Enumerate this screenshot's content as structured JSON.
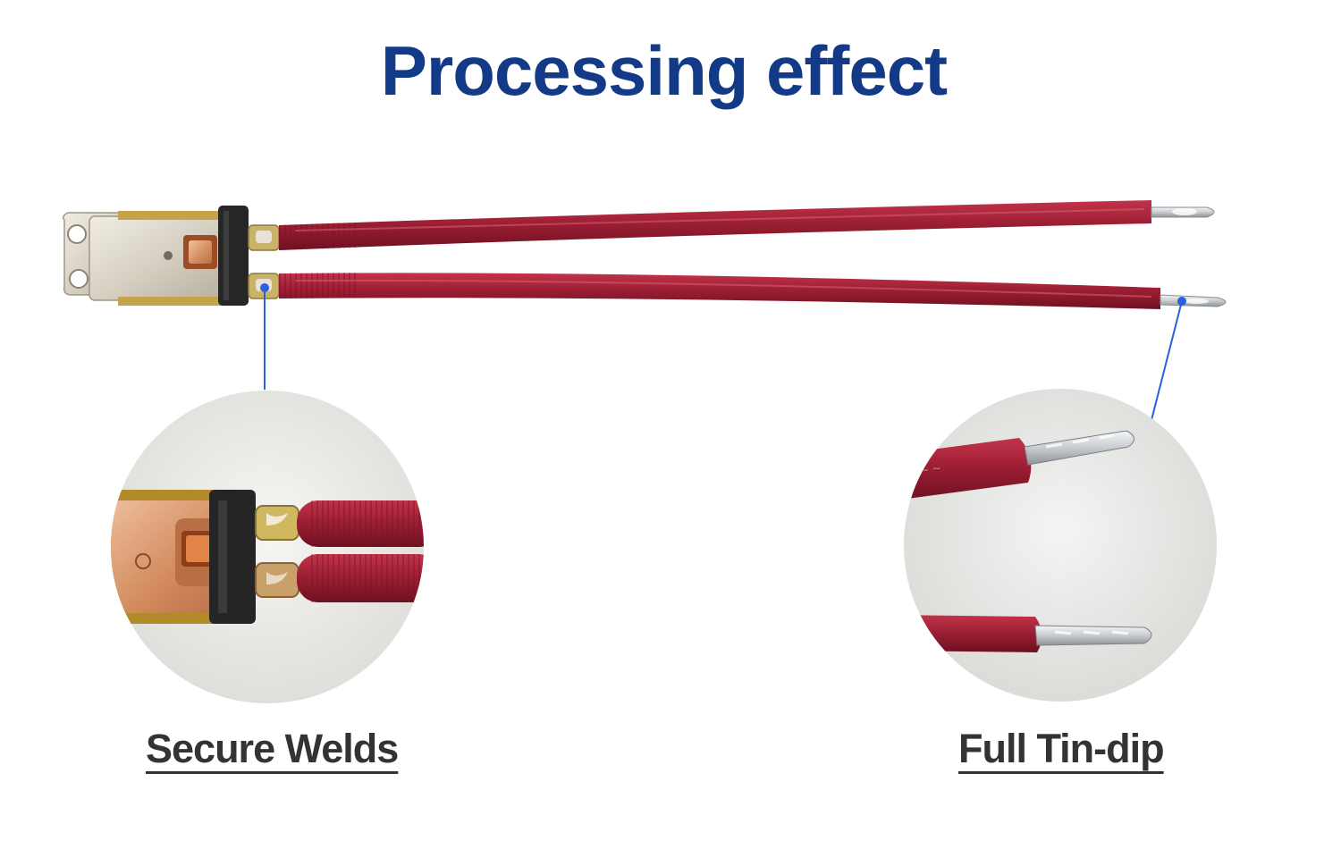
{
  "page": {
    "title": "Processing effect"
  },
  "callouts": {
    "left": {
      "label": "Secure Welds",
      "subject": "solder joints between terminal switch and red wires"
    },
    "right": {
      "label": "Full Tin-dip",
      "subject": "tin-dipped stripped wire ends"
    }
  },
  "colors": {
    "title": "#123a86",
    "caption": "#333333",
    "wire": "#9e1f34",
    "wire_dark": "#7a1426",
    "leader_line": "#2c5fdc",
    "terminal_metal": "#d8d3c8",
    "terminal_body": "#2a2a2a",
    "copper_contact": "#c96a33",
    "solder": "#c9b36a",
    "tinned_wire": "#cfd3d6"
  },
  "icons": {
    "left_leader": "leader-dot-icon",
    "right_leader": "leader-dot-icon"
  }
}
